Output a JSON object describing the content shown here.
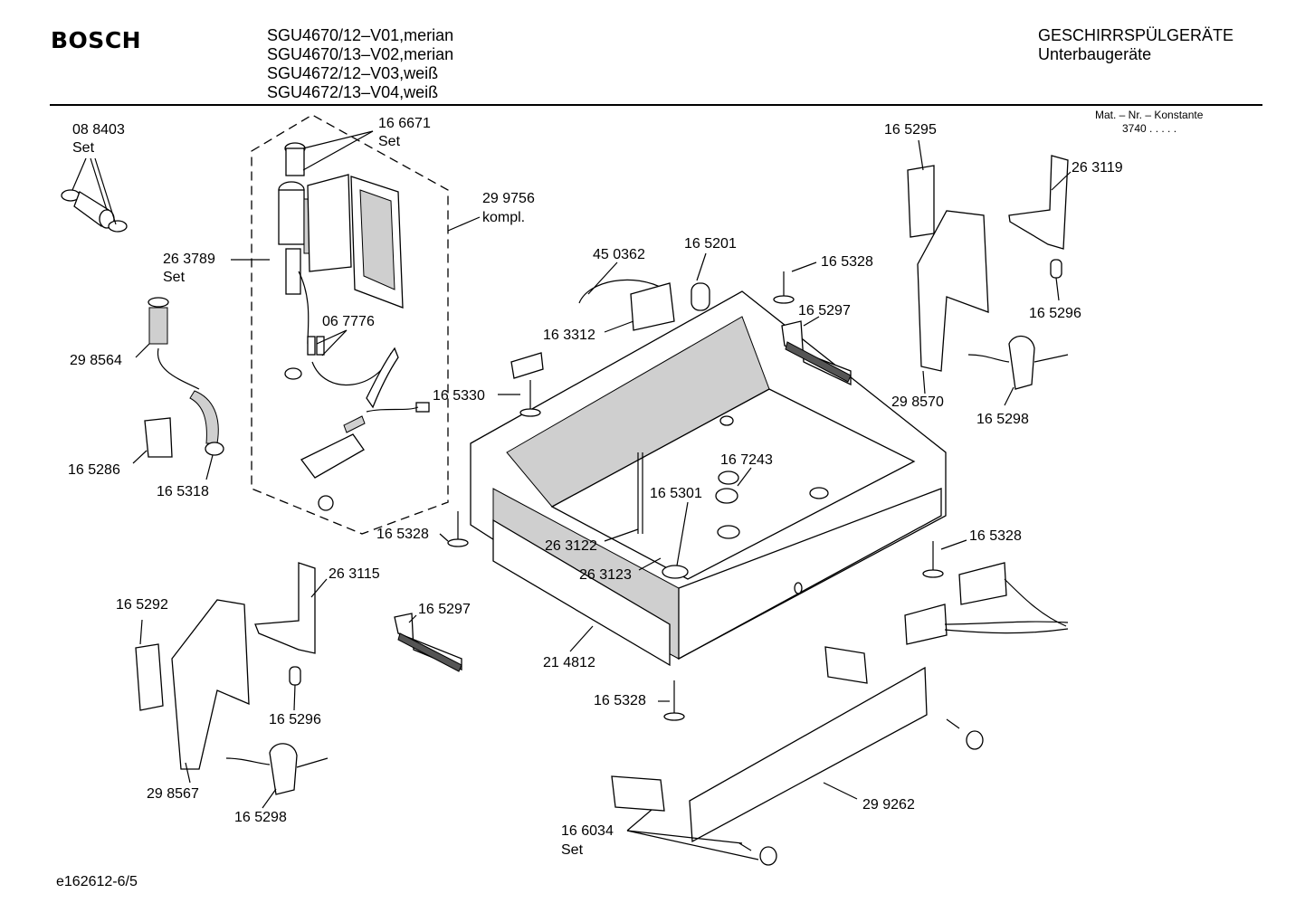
{
  "header": {
    "brand": "BOSCH",
    "models": [
      "SGU4670/12–V01,merian",
      "SGU4670/13–V02,merian",
      "SGU4672/12–V03,weiß",
      "SGU4672/13–V04,weiß"
    ],
    "category": "GESCHIRRSPÜLGERÄTE",
    "subcategory": "Unterbaugeräte",
    "mat_label": "Mat. – Nr. – Konstante",
    "mat_value": "3740 . . . . ."
  },
  "footer": {
    "doc_id": "e162612-6/5"
  },
  "parts": [
    {
      "id": "p088403",
      "number": "08 8403",
      "note": "Set"
    },
    {
      "id": "p166671",
      "number": "16 6671",
      "note": "Set"
    },
    {
      "id": "p299756",
      "number": "29 9756",
      "note": "kompl."
    },
    {
      "id": "p263789",
      "number": "26 3789",
      "note": "Set"
    },
    {
      "id": "p067776",
      "number": "06 7776",
      "note": ""
    },
    {
      "id": "p298564",
      "number": "29 8564",
      "note": ""
    },
    {
      "id": "p165286",
      "number": "16 5286",
      "note": ""
    },
    {
      "id": "p165318",
      "number": "16 5318",
      "note": ""
    },
    {
      "id": "p450362",
      "number": "45 0362",
      "note": ""
    },
    {
      "id": "p165201",
      "number": "16 5201",
      "note": ""
    },
    {
      "id": "p163312",
      "number": "16 3312",
      "note": ""
    },
    {
      "id": "p165330",
      "number": "16 5330",
      "note": ""
    },
    {
      "id": "p165328a",
      "number": "16 5328",
      "note": ""
    },
    {
      "id": "p165297a",
      "number": "16 5297",
      "note": ""
    },
    {
      "id": "p165295",
      "number": "16 5295",
      "note": ""
    },
    {
      "id": "p263119",
      "number": "26 3119",
      "note": ""
    },
    {
      "id": "p165296a",
      "number": "16 5296",
      "note": ""
    },
    {
      "id": "p298570",
      "number": "29 8570",
      "note": ""
    },
    {
      "id": "p165298a",
      "number": "16 5298",
      "note": ""
    },
    {
      "id": "p167243",
      "number": "16 7243",
      "note": ""
    },
    {
      "id": "p165301",
      "number": "16 5301",
      "note": ""
    },
    {
      "id": "p165328b",
      "number": "16 5328",
      "note": ""
    },
    {
      "id": "p263122",
      "number": "26 3122",
      "note": ""
    },
    {
      "id": "p263123",
      "number": "26 3123",
      "note": ""
    },
    {
      "id": "p165328c",
      "number": "16 5328",
      "note": ""
    },
    {
      "id": "p263115",
      "number": "26 3115",
      "note": ""
    },
    {
      "id": "p165292",
      "number": "16 5292",
      "note": ""
    },
    {
      "id": "p165297b",
      "number": "16 5297",
      "note": ""
    },
    {
      "id": "p214812",
      "number": "21 4812",
      "note": ""
    },
    {
      "id": "p165296b",
      "number": "16 5296",
      "note": ""
    },
    {
      "id": "p298567",
      "number": "29 8567",
      "note": ""
    },
    {
      "id": "p165298b",
      "number": "16 5298",
      "note": ""
    },
    {
      "id": "p165328d",
      "number": "16 5328",
      "note": ""
    },
    {
      "id": "p299262",
      "number": "29 9262",
      "note": ""
    },
    {
      "id": "p166034",
      "number": "16 6034",
      "note": "Set"
    }
  ]
}
